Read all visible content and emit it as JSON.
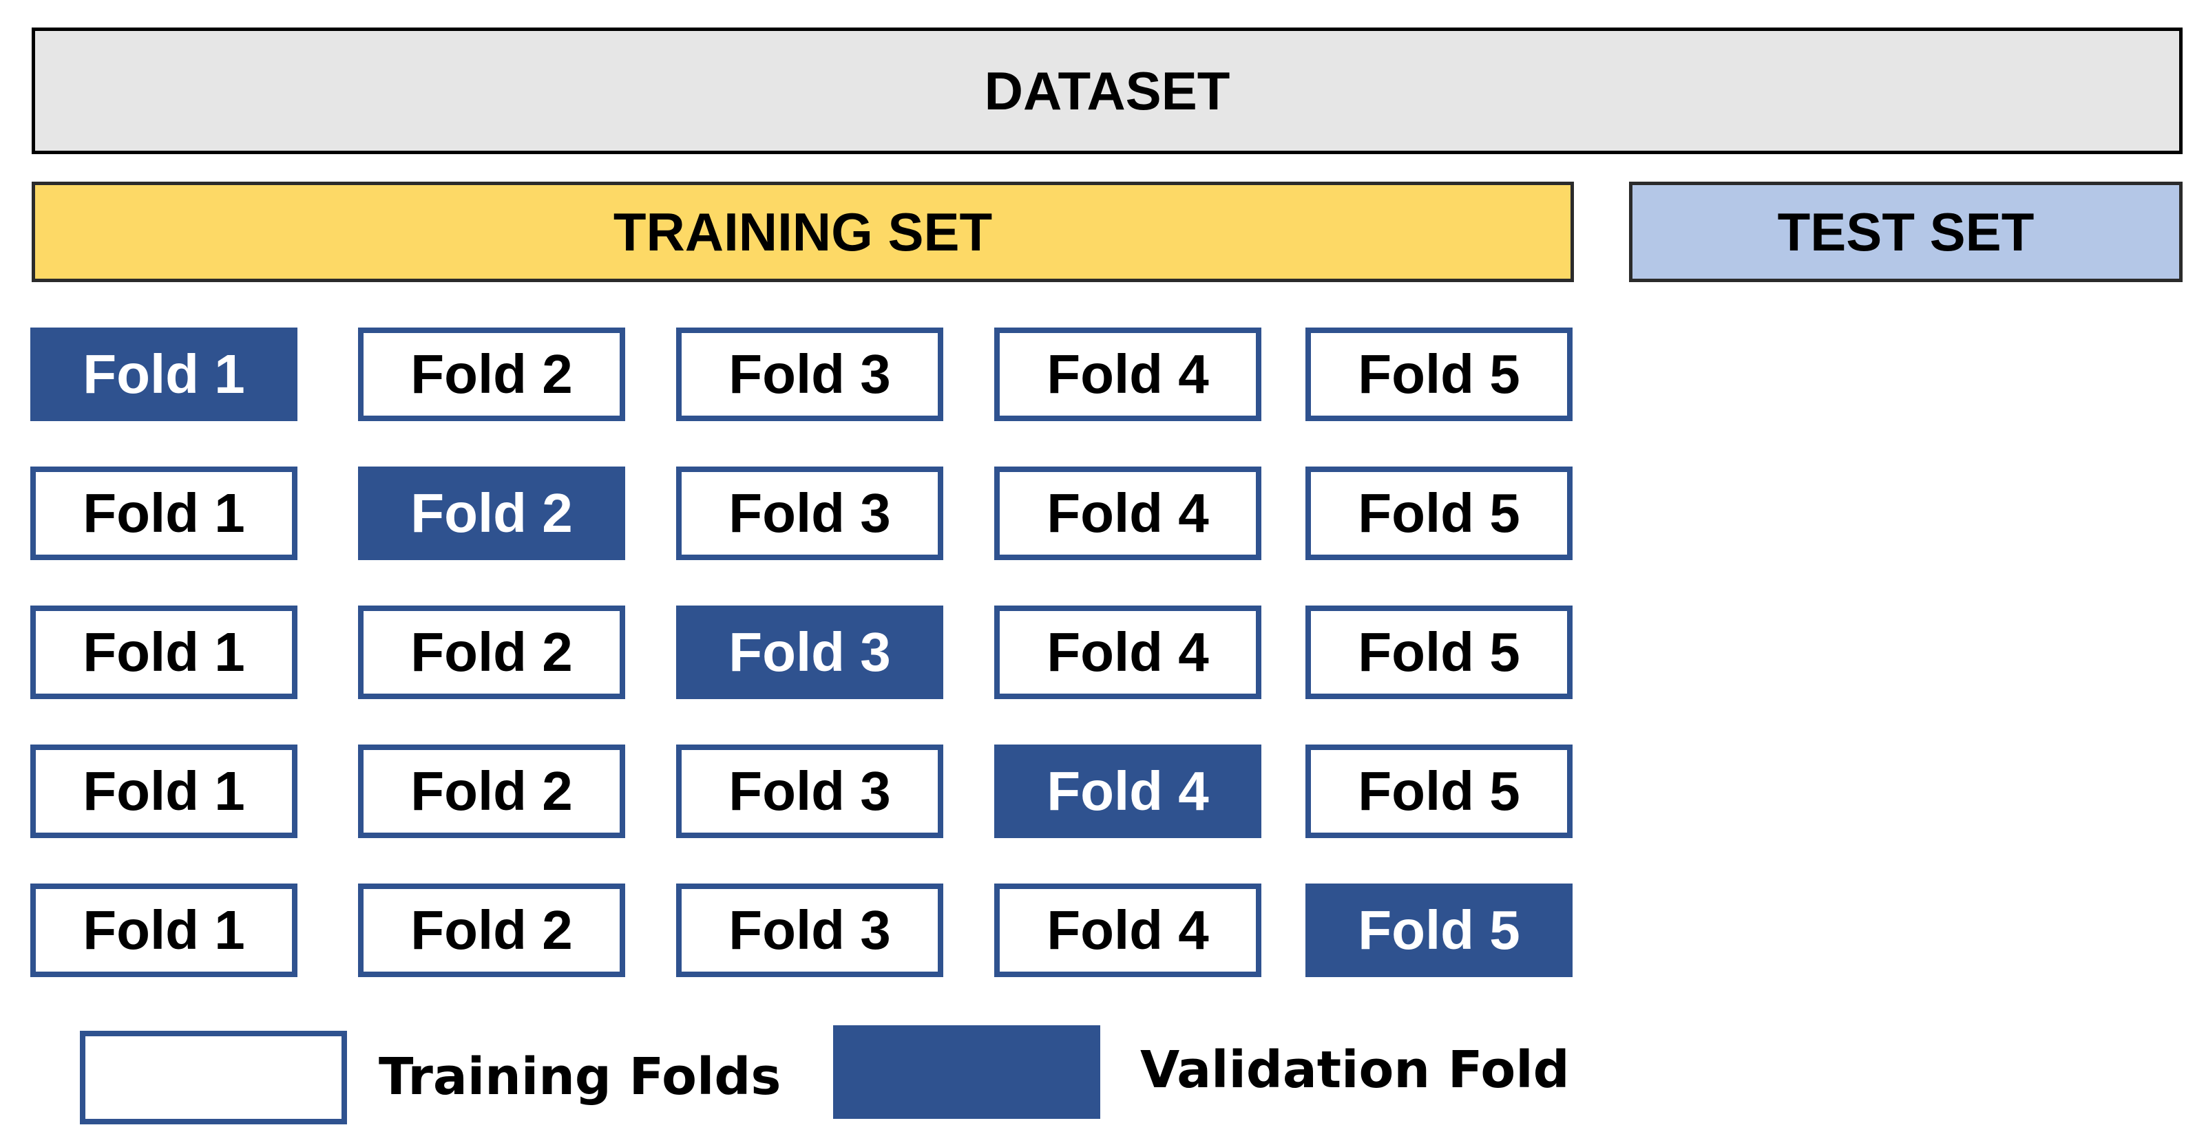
{
  "dataset": {
    "label": "DATASET"
  },
  "training_set": {
    "label": "TRAINING SET"
  },
  "test_set": {
    "label": "TEST SET"
  },
  "folds": {
    "rows": [
      {
        "cells": [
          "Fold 1",
          "Fold 2",
          "Fold 3",
          "Fold 4",
          "Fold 5"
        ],
        "validation_index": 0
      },
      {
        "cells": [
          "Fold 1",
          "Fold 2",
          "Fold 3",
          "Fold 4",
          "Fold 5"
        ],
        "validation_index": 1
      },
      {
        "cells": [
          "Fold 1",
          "Fold 2",
          "Fold 3",
          "Fold 4",
          "Fold 5"
        ],
        "validation_index": 2
      },
      {
        "cells": [
          "Fold 1",
          "Fold 2",
          "Fold 3",
          "Fold 4",
          "Fold 5"
        ],
        "validation_index": 3
      },
      {
        "cells": [
          "Fold 1",
          "Fold 2",
          "Fold 3",
          "Fold 4",
          "Fold 5"
        ],
        "validation_index": 4
      }
    ]
  },
  "legend": {
    "training_label": "Training Folds",
    "validation_label": "Validation Fold"
  },
  "colors": {
    "dataset_fill": "#e6e6e6",
    "training_set_fill": "#fdd966",
    "test_set_fill": "#b4c7e7",
    "fold_border": "#2f528f",
    "validation_fill": "#2f528f",
    "training_fold_fill": "#ffffff"
  }
}
